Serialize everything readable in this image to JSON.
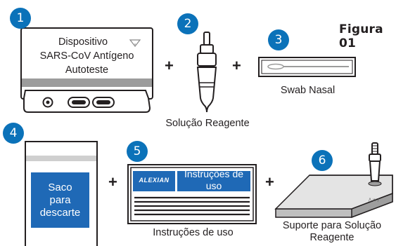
{
  "figure_label": "Figura 01",
  "items": [
    {
      "number": "1",
      "lines": [
        "Dispositivo",
        "SARS-CoV Antígeno",
        "Autoteste"
      ]
    },
    {
      "number": "2",
      "caption": "Solução Reagente"
    },
    {
      "number": "3",
      "caption": "Swab Nasal"
    },
    {
      "number": "4",
      "inner_lines": [
        "Saco",
        "para",
        "descarte"
      ]
    },
    {
      "number": "5",
      "logo_text": "ALEXIAN",
      "inner_lines": [
        "Instruções de",
        "uso"
      ],
      "caption": "Instruções de uso"
    },
    {
      "number": "6",
      "caption_lines": [
        "Suporte para Solução",
        "Reagente"
      ]
    }
  ],
  "operators": [
    "+",
    "+",
    "+",
    "+"
  ],
  "colors": {
    "badge": "#0b72b9",
    "panel_blue": "#1f69b6",
    "line": "#231f20",
    "tray": "#d9d9d9"
  }
}
